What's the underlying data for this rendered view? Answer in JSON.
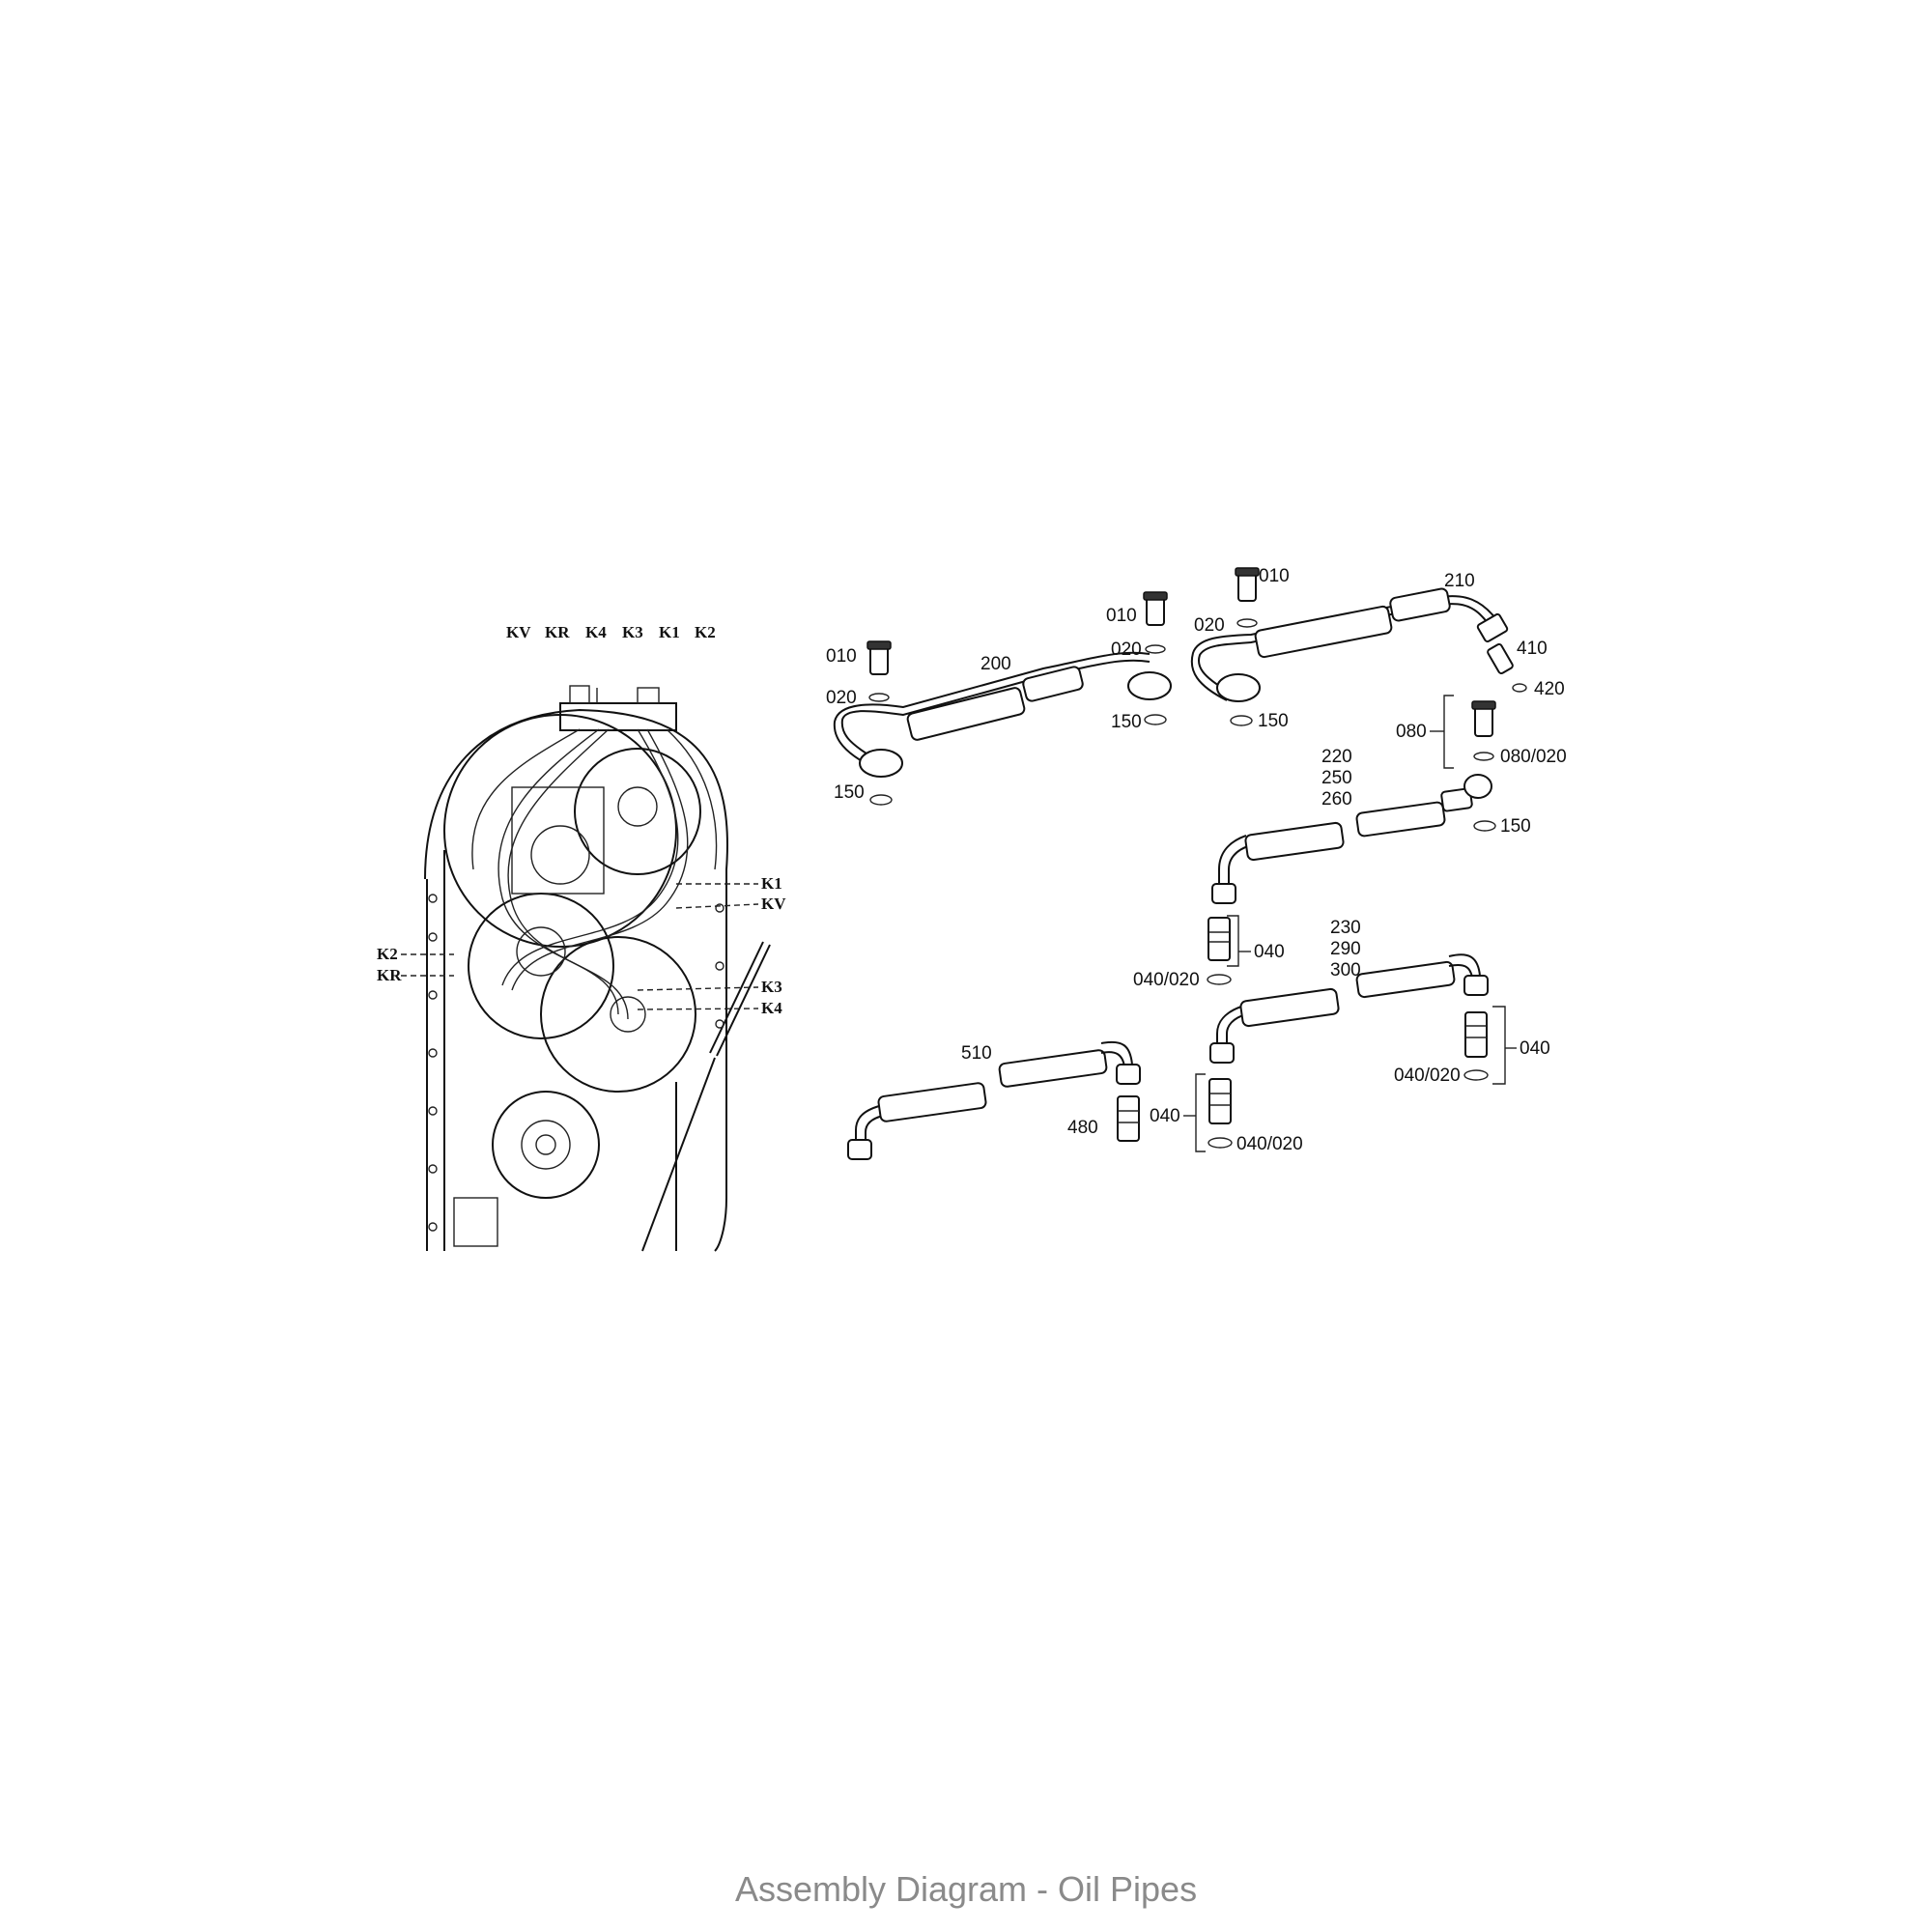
{
  "caption": "Assembly Diagram - Oil Pipes",
  "top_clutch_labels": [
    "KV",
    "KR",
    "K4",
    "K3",
    "K1",
    "K2"
  ],
  "side_labels_right": [
    "K1",
    "KV",
    "K3",
    "K4"
  ],
  "side_labels_left": [
    "K2",
    "KR"
  ],
  "part_labels": {
    "a1": "010",
    "a2": "020",
    "a3": "200",
    "a4": "150",
    "b1": "010",
    "b2": "020",
    "b3": "150",
    "c1": "010",
    "c2": "020",
    "c3": "210",
    "c4": "410",
    "c5": "420",
    "c6": "150",
    "d1": "080",
    "d2": "080/020",
    "e1": "220",
    "e2": "250",
    "e3": "260",
    "e4": "150",
    "f1": "040",
    "f2": "040/020",
    "g1": "230",
    "g2": "290",
    "g3": "300",
    "h1": "040",
    "h2": "040/020",
    "i1": "040",
    "i2": "040/020",
    "j1": "510",
    "j2": "480"
  }
}
